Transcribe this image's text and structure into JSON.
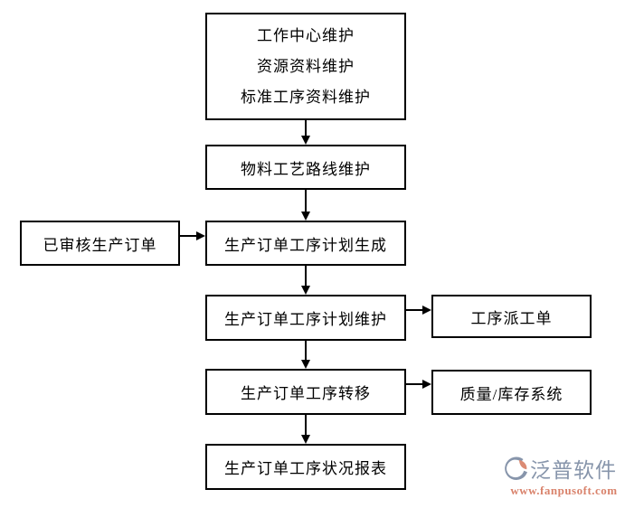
{
  "diagram": {
    "nodes": {
      "master_data": {
        "lines": [
          "工作中心维护",
          "资源资料维护",
          "标准工序资料维护"
        ]
      },
      "routing_maintenance": {
        "label": "物料工艺路线维护"
      },
      "approved_production_order": {
        "label": "已审核生产订单"
      },
      "process_plan_generation": {
        "label": "生产订单工序计划生成"
      },
      "process_plan_maintenance": {
        "label": "生产订单工序计划维护"
      },
      "process_dispatch_order": {
        "label": "工序派工单"
      },
      "process_transfer": {
        "label": "生产订单工序转移"
      },
      "quality_inventory_system": {
        "label": "质量/库存系统"
      },
      "process_status_report": {
        "label": "生产订单工序状况报表"
      }
    },
    "colors": {
      "node_border": "#000000",
      "node_text": "#000000",
      "arrow": "#000000",
      "background": "#ffffff"
    }
  },
  "watermark": {
    "brand": "泛普软件",
    "url": "www.fanpusoft.com",
    "brand_color": "#8795ab",
    "url_color": "#d9826b"
  }
}
